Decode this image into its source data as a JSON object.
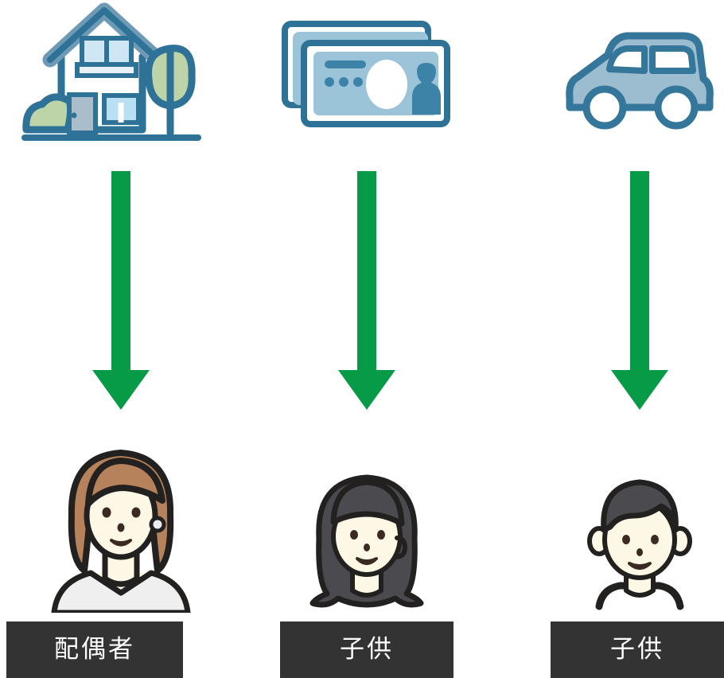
{
  "diagram": {
    "title": "",
    "type": "inheritance-distribution",
    "colors": {
      "arrow_green": "#079a47",
      "icon_blue_dark": "#2e7397",
      "icon_blue_light": "#9cbdd0",
      "icon_blue_mid": "#7fadc6",
      "label_bg": "#333333",
      "label_text": "#ffffff",
      "background": "#ffffff",
      "skin": "#fdf8e6",
      "hair_brown": "#b5825c",
      "hair_black": "#4a4a4f",
      "outline": "#23211f"
    },
    "columns": [
      {
        "id": "column-house",
        "asset": {
          "icon": "house-icon",
          "name": "house"
        },
        "arrow": {
          "icon": "down-arrow-icon",
          "direction": "down"
        },
        "person": {
          "icon": "woman-face-icon",
          "name": "adult-woman"
        },
        "label": "配偶者"
      },
      {
        "id": "column-money",
        "asset": {
          "icon": "banknotes-icon",
          "name": "cash"
        },
        "arrow": {
          "icon": "down-arrow-icon",
          "direction": "down"
        },
        "person": {
          "icon": "girl-face-icon",
          "name": "girl"
        },
        "label": "子供"
      },
      {
        "id": "column-car",
        "asset": {
          "icon": "car-icon",
          "name": "car"
        },
        "arrow": {
          "icon": "down-arrow-icon",
          "direction": "down"
        },
        "person": {
          "icon": "boy-face-icon",
          "name": "boy"
        },
        "label": "子供"
      }
    ]
  }
}
